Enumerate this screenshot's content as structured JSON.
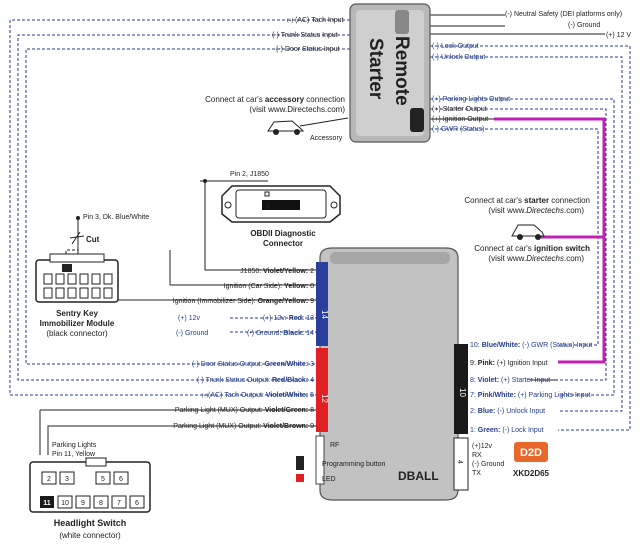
{
  "remote": {
    "line1": "Remote",
    "line2": "Starter"
  },
  "top_right": {
    "neutral": "(-) Neutral Safety (DEI platforms only)",
    "ground": "(-) Ground",
    "v12": "(+) 12 V"
  },
  "left_top": {
    "tach": "(AC) Tach Input",
    "tach_prefix": "(+)",
    "trunk": "(-) Trunk Status Input",
    "door": "(-) Door Status Input"
  },
  "rs_outputs": {
    "lock": "(-) Lock Output",
    "unlock": "(-) Unlock Output",
    "parking": "(+) Parking Lights Output",
    "starter": "(+) Starter Output",
    "ignition": "(+) Ignition Output",
    "gwr": "(-) GWR (Status)"
  },
  "accessory": {
    "line1_pre": "Connect at car's ",
    "line1_bold": "accessory",
    "line1_post": " connection",
    "line2": "(visit www.Directechs.com)",
    "label": "Accessory"
  },
  "starter_note": {
    "line1_pre": "Connect at car's ",
    "line1_bold": "starter",
    "line1_post": " connection",
    "line2_pre": "(visit www.",
    "line2_bold": "Directechs",
    "line2_post": ".com)"
  },
  "ignition_note": {
    "line1_pre": "Connect at car's ",
    "line1_bold": "ignition switch",
    "line2_pre": "(visit www.",
    "line2_bold": "Directechs",
    "line2_post": ".com)"
  },
  "obd": {
    "pin": "Pin 2, J1850",
    "title1": "OBDII Diagnostic",
    "title2": "Connector"
  },
  "sentry": {
    "pin": "Pin 3, Dk. Blue/White",
    "cut": "Cut",
    "title1": "Sentry Key",
    "title2": "Immobilizer Module",
    "title3": "(black connector)"
  },
  "conn14": {
    "j1850_pre": "J1850: ",
    "j1850_bold": "Violet/Yellow: ",
    "j1850_pin": "2",
    "ign_car_pre": "Ignition (Car Side): ",
    "ign_car_bold": "Yellow: ",
    "ign_car_pin": "8",
    "ign_imm_pre": "Ignition (Immobilizer Side): ",
    "ign_imm_bold": "Orange/Yellow: ",
    "ign_imm_pin": "9",
    "v12_left": "(+) 12v",
    "v12_pre": "(+) 12v: ",
    "v12_bold": "Red: ",
    "v12_pin": "13",
    "gnd_left": "(-) Ground",
    "gnd_pre": "(-) Ground: ",
    "gnd_bold": "Black: ",
    "gnd_pin": "14",
    "num": "14"
  },
  "conn12": {
    "door_pre": "(-) Door Status Output: ",
    "door_bold": "Green/White: ",
    "door_pin": "3",
    "trunk_pre": "(-) Trunk Status Output: ",
    "trunk_bold": "Red/Black: ",
    "trunk_pin": "4",
    "tach_prefix": "(+)",
    "tach_pre": "(AC) Tach Output: ",
    "tach_bold": "Violet/White: ",
    "tach_pin": "5",
    "park_g_pre": "Parking Light (MUX) Output: ",
    "park_g_bold": "Violet/Green: ",
    "park_g_pin": "8",
    "park_b_pre": "Parking Light (MUX) Output: ",
    "park_b_bold": "Violet/Brown: ",
    "park_b_pin": "9",
    "num": "12"
  },
  "conn10": {
    "gwr_pin": "10: ",
    "gwr_bold": "Blue/White: ",
    "gwr_desc": "(-) GWR (Status) Input",
    "ign_pin": "9: ",
    "ign_bold": "Pink: ",
    "ign_desc": "(+) Ignition Input",
    "starter_pin": "8: ",
    "starter_bold": "Violet: ",
    "starter_desc": "(+) Starter Input",
    "park_pin": "7: ",
    "park_bold": "Pink/White: ",
    "park_desc": "(+) Parking Lights Input",
    "unlock_pin": "2: ",
    "unlock_bold": "Blue: ",
    "unlock_desc": "(-) Unlock Input",
    "lock_pin": "1: ",
    "lock_bold": "Green: ",
    "lock_desc": "(-) Lock Input",
    "num": "10"
  },
  "conn4": {
    "v12": "(+)12v",
    "rx": "RX",
    "gnd": "(-) Ground",
    "tx": "TX",
    "num": "4"
  },
  "module": {
    "rf": "RF",
    "prog": "Programming button",
    "led": "LED",
    "name": "DBALL"
  },
  "logo": {
    "text": "D2D",
    "model": "XKD2D65"
  },
  "headlight": {
    "park1": "Parking Lights",
    "park2": "Pin 11, Yellow",
    "title1": "Headlight Switch",
    "title2": "(white connector)",
    "pins": [
      "2",
      "3",
      "5",
      "6",
      "11",
      "10",
      "9",
      "8",
      "7",
      "6"
    ]
  }
}
